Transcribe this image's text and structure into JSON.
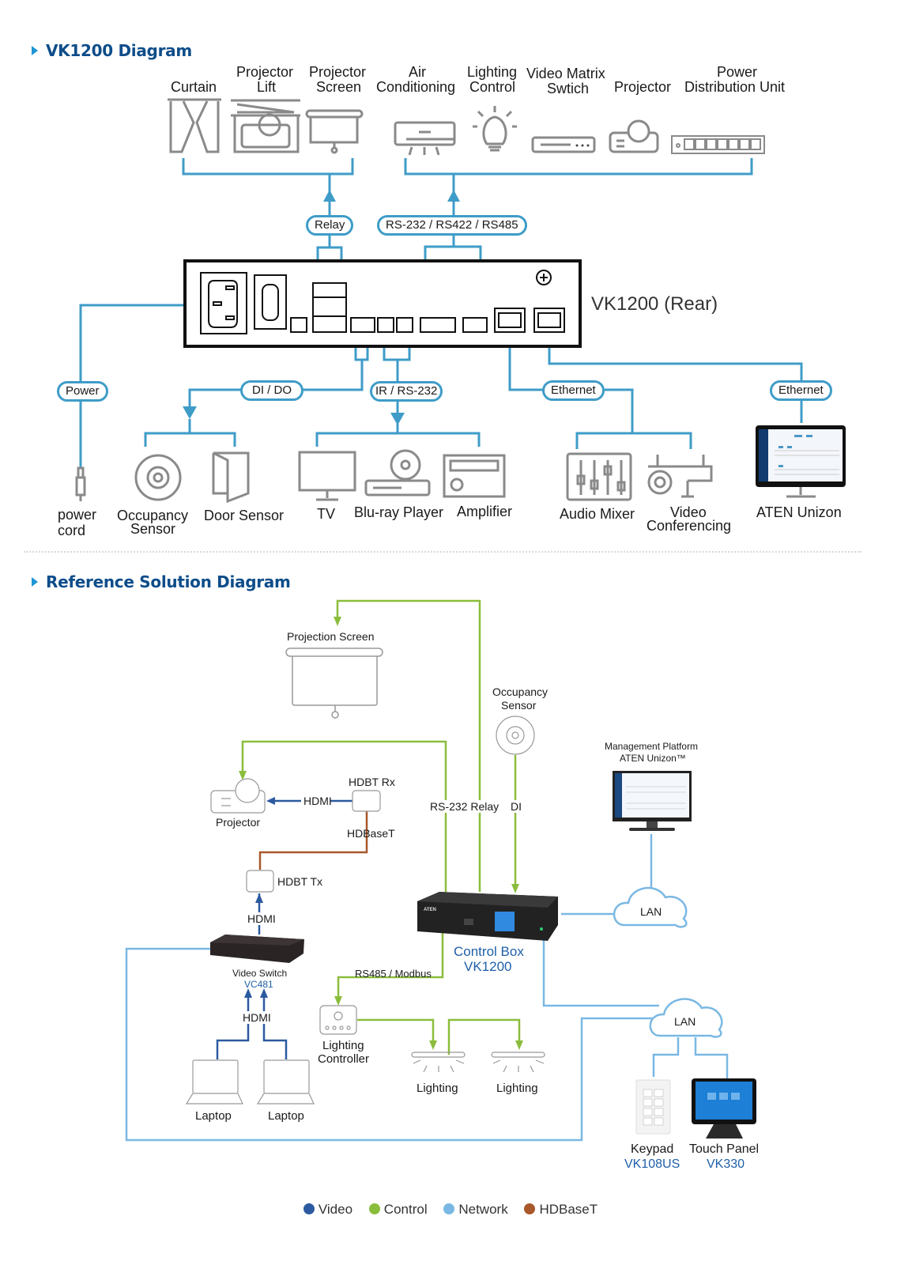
{
  "sections": {
    "vk1200_title": "VK1200 Diagram",
    "reference_title": "Reference Solution Diagram"
  },
  "top_devices": {
    "curtain": "Curtain",
    "projector_lift_1": "Projector",
    "projector_lift_2": "Lift",
    "projector_screen_1": "Projector",
    "projector_screen_2": "Screen",
    "air_cond_1": "Air",
    "air_cond_2": "Conditioning",
    "lighting_control_1": "Lighting",
    "lighting_control_2": "Control",
    "video_matrix_1": "Video Matrix",
    "video_matrix_2": "Swtich",
    "projector": "Projector",
    "pdu_1": "Power",
    "pdu_2": "Distribution Unit"
  },
  "connection_labels": {
    "relay": "Relay",
    "serial": "RS-232 / RS422 / RS485",
    "power": "Power",
    "dido": "DI / DO",
    "ir_rs232": "IR / RS-232",
    "ethernet_1": "Ethernet",
    "ethernet_2": "Ethernet"
  },
  "rear_panel": {
    "title": "VK1200 (Rear)"
  },
  "bottom_devices": {
    "power_cord_1": "power",
    "power_cord_2": "cord",
    "occupancy_1": "Occupancy",
    "occupancy_2": "Sensor",
    "door_sensor": "Door Sensor",
    "tv": "TV",
    "bluray": "Blu-ray Player",
    "amplifier": "Amplifier",
    "audio_mixer": "Audio Mixer",
    "video_conf_1": "Video",
    "video_conf_2": "Conferencing",
    "aten_unizon": "ATEN Unizon"
  },
  "reference": {
    "projection_screen": "Projection Screen",
    "occupancy_1": "Occupancy",
    "occupancy_2": "Sensor",
    "mgmt_1": "Management Platform",
    "mgmt_2": "ATEN Unizon™",
    "hdbt_rx": "HDBT Rx",
    "hdmi_1": "HDMI",
    "projector": "Projector",
    "hdbaset": "HDBaseT",
    "rs232_relay": "RS-232 Relay",
    "di": "DI",
    "hdbt_tx": "HDBT Tx",
    "hdmi_2": "HDMI",
    "video_switch": "Video Switch",
    "video_switch_model": "VC481",
    "hdmi_3": "HDMI",
    "laptop_1": "Laptop",
    "laptop_2": "Laptop",
    "control_box_1": "Control Box",
    "control_box_2": "VK1200",
    "rs485_modbus": "RS485 / Modbus",
    "lighting_ctrl_1": "Lighting",
    "lighting_ctrl_2": "Controller",
    "lighting_1": "Lighting",
    "lighting_2": "Lighting",
    "lan_1": "LAN",
    "lan_2": "LAN",
    "keypad": "Keypad",
    "keypad_model": "VK108US",
    "touch_panel": "Touch Panel",
    "touch_panel_model": "VK330"
  },
  "legend": [
    {
      "label": "Video",
      "color": "#2c5aa0"
    },
    {
      "label": "Control",
      "color": "#8bbd3c"
    },
    {
      "label": "Network",
      "color": "#7ab8e3"
    },
    {
      "label": "HDBaseT",
      "color": "#a8582a"
    }
  ],
  "colors": {
    "title": "#0d4d8a",
    "wire_top": "#3f9cc8",
    "icon_gray": "#8a8a8a"
  }
}
